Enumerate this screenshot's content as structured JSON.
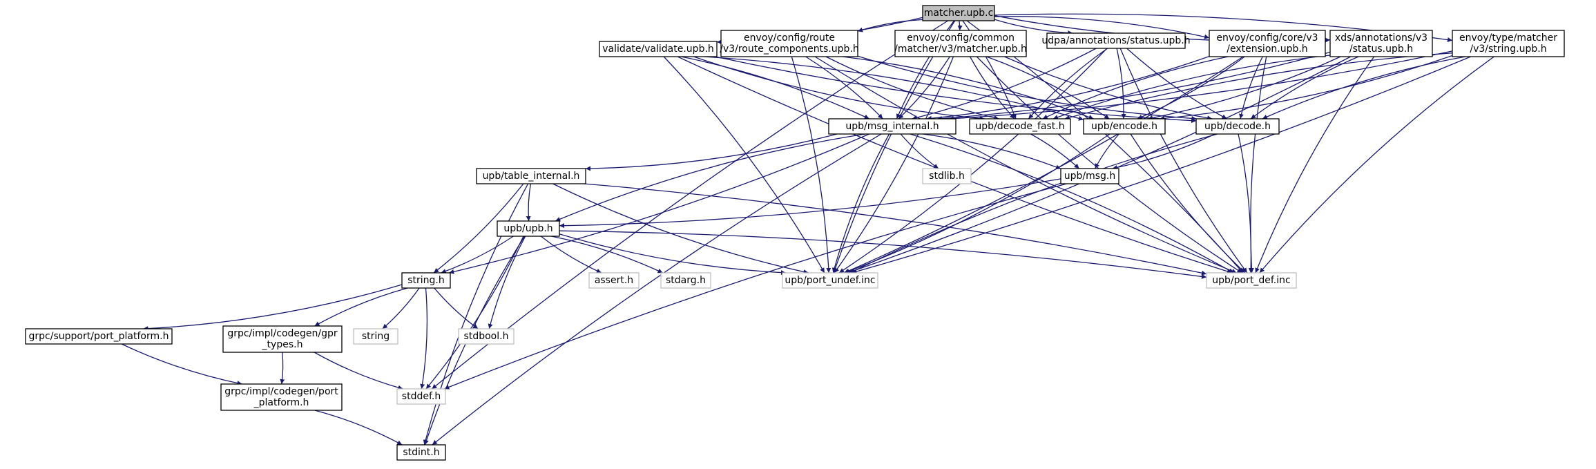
{
  "colors": {
    "edge": "#191970",
    "node_fill": "#ffffff",
    "node_border": "#000000",
    "root_fill": "#bfbfbf",
    "system_border": "#bfbfbf"
  },
  "diagram": {
    "type": "include-dependency-graph",
    "root": "matcher.upb.c",
    "nodes": [
      {
        "id": "root",
        "lines": [
          "matcher.upb.c"
        ],
        "kind": "root"
      },
      {
        "id": "validate",
        "lines": [
          "validate/validate.upb.h"
        ],
        "kind": "file"
      },
      {
        "id": "route",
        "lines": [
          "envoy/config/route",
          "/v3/route_components.upb.h"
        ],
        "kind": "file"
      },
      {
        "id": "common",
        "lines": [
          "envoy/config/common",
          "/matcher/v3/matcher.upb.h"
        ],
        "kind": "file"
      },
      {
        "id": "udpa",
        "lines": [
          "udpa/annotations/status.upb.h"
        ],
        "kind": "file"
      },
      {
        "id": "core",
        "lines": [
          "envoy/config/core/v3",
          "/extension.upb.h"
        ],
        "kind": "file"
      },
      {
        "id": "xds",
        "lines": [
          "xds/annotations/v3",
          "/status.upb.h"
        ],
        "kind": "file"
      },
      {
        "id": "typem",
        "lines": [
          "envoy/type/matcher",
          "/v3/string.upb.h"
        ],
        "kind": "file"
      },
      {
        "id": "msg_internal",
        "lines": [
          "upb/msg_internal.h"
        ],
        "kind": "file"
      },
      {
        "id": "decode_fast",
        "lines": [
          "upb/decode_fast.h"
        ],
        "kind": "file"
      },
      {
        "id": "encode",
        "lines": [
          "upb/encode.h"
        ],
        "kind": "file"
      },
      {
        "id": "decode",
        "lines": [
          "upb/decode.h"
        ],
        "kind": "file"
      },
      {
        "id": "table_internal",
        "lines": [
          "upb/table_internal.h"
        ],
        "kind": "file"
      },
      {
        "id": "stdlib",
        "lines": [
          "stdlib.h"
        ],
        "kind": "system"
      },
      {
        "id": "msg",
        "lines": [
          "upb/msg.h"
        ],
        "kind": "file"
      },
      {
        "id": "upb",
        "lines": [
          "upb/upb.h"
        ],
        "kind": "file"
      },
      {
        "id": "string_h",
        "lines": [
          "string.h"
        ],
        "kind": "file"
      },
      {
        "id": "assert",
        "lines": [
          "assert.h"
        ],
        "kind": "system"
      },
      {
        "id": "stdarg",
        "lines": [
          "stdarg.h"
        ],
        "kind": "system"
      },
      {
        "id": "port_undef",
        "lines": [
          "upb/port_undef.inc"
        ],
        "kind": "system"
      },
      {
        "id": "port_def",
        "lines": [
          "upb/port_def.inc"
        ],
        "kind": "system"
      },
      {
        "id": "grpc_support",
        "lines": [
          "grpc/support/port_platform.h"
        ],
        "kind": "file"
      },
      {
        "id": "gpr_types",
        "lines": [
          "grpc/impl/codegen/gpr",
          "_types.h"
        ],
        "kind": "file"
      },
      {
        "id": "string_sys",
        "lines": [
          "string"
        ],
        "kind": "system"
      },
      {
        "id": "stdbool",
        "lines": [
          "stdbool.h"
        ],
        "kind": "system"
      },
      {
        "id": "grpc_port",
        "lines": [
          "grpc/impl/codegen/port",
          "_platform.h"
        ],
        "kind": "file"
      },
      {
        "id": "stddef",
        "lines": [
          "stddef.h"
        ],
        "kind": "system"
      },
      {
        "id": "stdint",
        "lines": [
          "stdint.h"
        ],
        "kind": "file"
      }
    ],
    "edges": [
      [
        "root",
        "validate"
      ],
      [
        "root",
        "route"
      ],
      [
        "root",
        "common"
      ],
      [
        "root",
        "udpa"
      ],
      [
        "root",
        "core"
      ],
      [
        "root",
        "xds"
      ],
      [
        "root",
        "typem"
      ],
      [
        "root",
        "msg_internal"
      ],
      [
        "root",
        "decode_fast"
      ],
      [
        "root",
        "port_undef"
      ],
      [
        "root",
        "port_def"
      ],
      [
        "root",
        "stddef"
      ],
      [
        "validate",
        "msg_internal"
      ],
      [
        "validate",
        "decode_fast"
      ],
      [
        "validate",
        "encode"
      ],
      [
        "validate",
        "decode"
      ],
      [
        "validate",
        "port_undef"
      ],
      [
        "validate",
        "port_def"
      ],
      [
        "route",
        "msg_internal"
      ],
      [
        "route",
        "decode_fast"
      ],
      [
        "route",
        "encode"
      ],
      [
        "route",
        "decode"
      ],
      [
        "route",
        "port_undef"
      ],
      [
        "route",
        "port_def"
      ],
      [
        "common",
        "msg_internal"
      ],
      [
        "common",
        "decode_fast"
      ],
      [
        "common",
        "encode"
      ],
      [
        "common",
        "decode"
      ],
      [
        "common",
        "port_undef"
      ],
      [
        "common",
        "port_def"
      ],
      [
        "udpa",
        "msg_internal"
      ],
      [
        "udpa",
        "decode_fast"
      ],
      [
        "udpa",
        "encode"
      ],
      [
        "udpa",
        "decode"
      ],
      [
        "udpa",
        "port_undef"
      ],
      [
        "udpa",
        "port_def"
      ],
      [
        "core",
        "msg_internal"
      ],
      [
        "core",
        "decode_fast"
      ],
      [
        "core",
        "encode"
      ],
      [
        "core",
        "decode"
      ],
      [
        "core",
        "port_undef"
      ],
      [
        "core",
        "port_def"
      ],
      [
        "xds",
        "msg_internal"
      ],
      [
        "xds",
        "decode_fast"
      ],
      [
        "xds",
        "encode"
      ],
      [
        "xds",
        "decode"
      ],
      [
        "xds",
        "port_undef"
      ],
      [
        "xds",
        "port_def"
      ],
      [
        "typem",
        "msg_internal"
      ],
      [
        "typem",
        "decode_fast"
      ],
      [
        "typem",
        "encode"
      ],
      [
        "typem",
        "decode"
      ],
      [
        "typem",
        "port_undef"
      ],
      [
        "typem",
        "port_def"
      ],
      [
        "msg_internal",
        "table_internal"
      ],
      [
        "msg_internal",
        "stdlib"
      ],
      [
        "msg_internal",
        "msg"
      ],
      [
        "msg_internal",
        "upb"
      ],
      [
        "msg_internal",
        "string_h"
      ],
      [
        "msg_internal",
        "port_undef"
      ],
      [
        "msg_internal",
        "port_def"
      ],
      [
        "msg_internal",
        "stdint"
      ],
      [
        "decode_fast",
        "msg"
      ],
      [
        "encode",
        "msg"
      ],
      [
        "encode",
        "port_undef"
      ],
      [
        "encode",
        "port_def"
      ],
      [
        "decode",
        "msg"
      ],
      [
        "decode",
        "port_undef"
      ],
      [
        "decode",
        "port_def"
      ],
      [
        "table_internal",
        "upb"
      ],
      [
        "table_internal",
        "string_h"
      ],
      [
        "table_internal",
        "port_undef"
      ],
      [
        "table_internal",
        "port_def"
      ],
      [
        "table_internal",
        "stdint"
      ],
      [
        "msg",
        "upb"
      ],
      [
        "msg",
        "stddef"
      ],
      [
        "upb",
        "string_h"
      ],
      [
        "upb",
        "assert"
      ],
      [
        "upb",
        "stdarg"
      ],
      [
        "upb",
        "port_undef"
      ],
      [
        "upb",
        "port_def"
      ],
      [
        "upb",
        "stdbool"
      ],
      [
        "upb",
        "stddef"
      ],
      [
        "upb",
        "stdint"
      ],
      [
        "string_h",
        "grpc_support"
      ],
      [
        "string_h",
        "gpr_types"
      ],
      [
        "string_h",
        "string_sys"
      ],
      [
        "string_h",
        "stdbool"
      ],
      [
        "string_h",
        "stddef"
      ],
      [
        "grpc_support",
        "grpc_port"
      ],
      [
        "gpr_types",
        "grpc_port"
      ],
      [
        "gpr_types",
        "stddef"
      ],
      [
        "grpc_port",
        "stdint"
      ]
    ]
  }
}
